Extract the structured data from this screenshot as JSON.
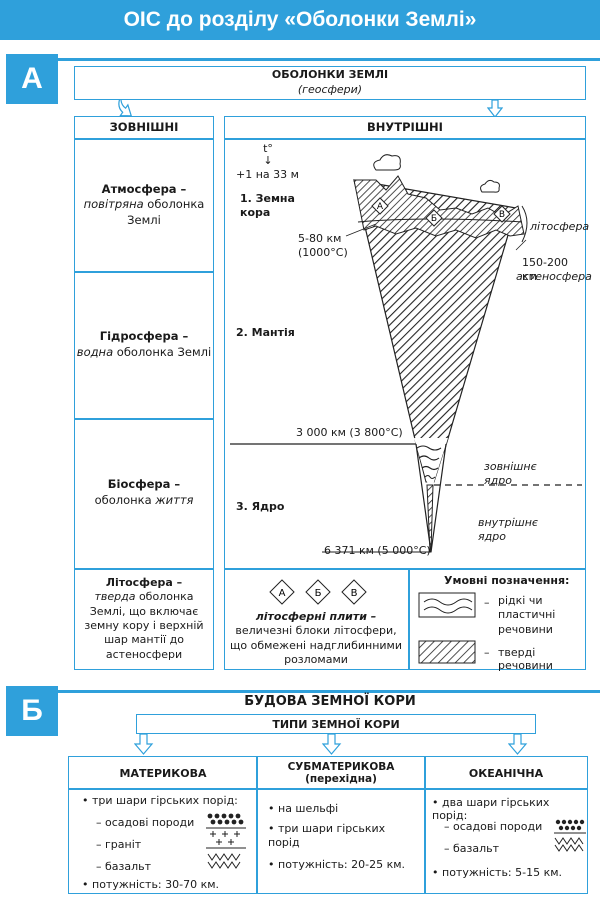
{
  "header": {
    "title": "ОІС до розділу «Оболонки Землі»"
  },
  "sectionA": {
    "letter": "А",
    "top_title": "ОБОЛОНКИ ЗЕМЛІ",
    "top_subtitle": "(геосфери)",
    "outer": {
      "header": "ЗОВНІШНІ",
      "atmosphere": {
        "name": "Атмосфера –",
        "desc_italic": "повітряна",
        "desc_rest": "оболонка Землі"
      },
      "hydrosphere": {
        "name": "Гідросфера –",
        "desc_italic": "водна",
        "desc_rest": "оболонка Землі"
      },
      "biosphere": {
        "name": "Біосфера –",
        "desc_pre": "оболонка",
        "desc_italic": "життя"
      },
      "lithosphere": {
        "name": "Літосфера –",
        "desc_italic": "тверда",
        "desc_rest": "оболонка Землі, що включає земну кору і верхній шар мантії до астеносфери"
      }
    },
    "inner": {
      "header": "ВНУТРІШНІ",
      "temp_symbol": "t°",
      "temp_arrow": "↓",
      "temp_rule": "+1 на 33 м",
      "crust_label": "1. Земна кора",
      "crust_depth": "5-80 км",
      "crust_temp": "(1000°C)",
      "lithosphere_label": "літосфера",
      "astheno_depth": "150-200 км",
      "astheno_label": "астеносфера",
      "mantle_label": "2. Мантія",
      "mantle_depth": "3 000 км (3 800°C)",
      "outer_core": "зовнішнє ядро",
      "core_label": "3. Ядро",
      "inner_core": "внутрішнє ядро",
      "core_depth": "6 371 км (5 000°C)",
      "plate_marks": [
        "А",
        "Б",
        "В"
      ]
    },
    "plates": {
      "markers": [
        "А",
        "Б",
        "В"
      ],
      "title": "літосферні плити –",
      "desc": "величезні блоки літосфери, що обмежені надглибинними розломами"
    },
    "legend": {
      "title": "Умовні позначення:",
      "liquid": "рідкі чи пластичні речовини",
      "solid": "тверді речовини",
      "dash": "–"
    }
  },
  "sectionB": {
    "letter": "Б",
    "title": "БУДОВА ЗЕМНОЇ КОРИ",
    "types_title": "ТИПИ ЗЕМНОЇ КОРИ",
    "continental": {
      "name": "МАТЕРИКОВА",
      "layers_intro": "три шари гірських порід:",
      "layers": [
        "– осадові породи",
        "– граніт",
        "– базальт"
      ],
      "thickness": "потужність: 30-70 км."
    },
    "subcontinental": {
      "name": "СУБМАТЕРИКОВА",
      "name_sub": "(перехідна)",
      "items": [
        "на шельфі",
        "три шари гірських порід",
        "потужність: 20-25 км."
      ]
    },
    "oceanic": {
      "name": "ОКЕАНІЧНА",
      "layers_intro": "два шари гірських порід:",
      "layers": [
        "– осадові породи",
        "– базальт"
      ],
      "thickness": "потужність: 5-15 км."
    }
  },
  "colors": {
    "accent": "#2fa0db"
  }
}
